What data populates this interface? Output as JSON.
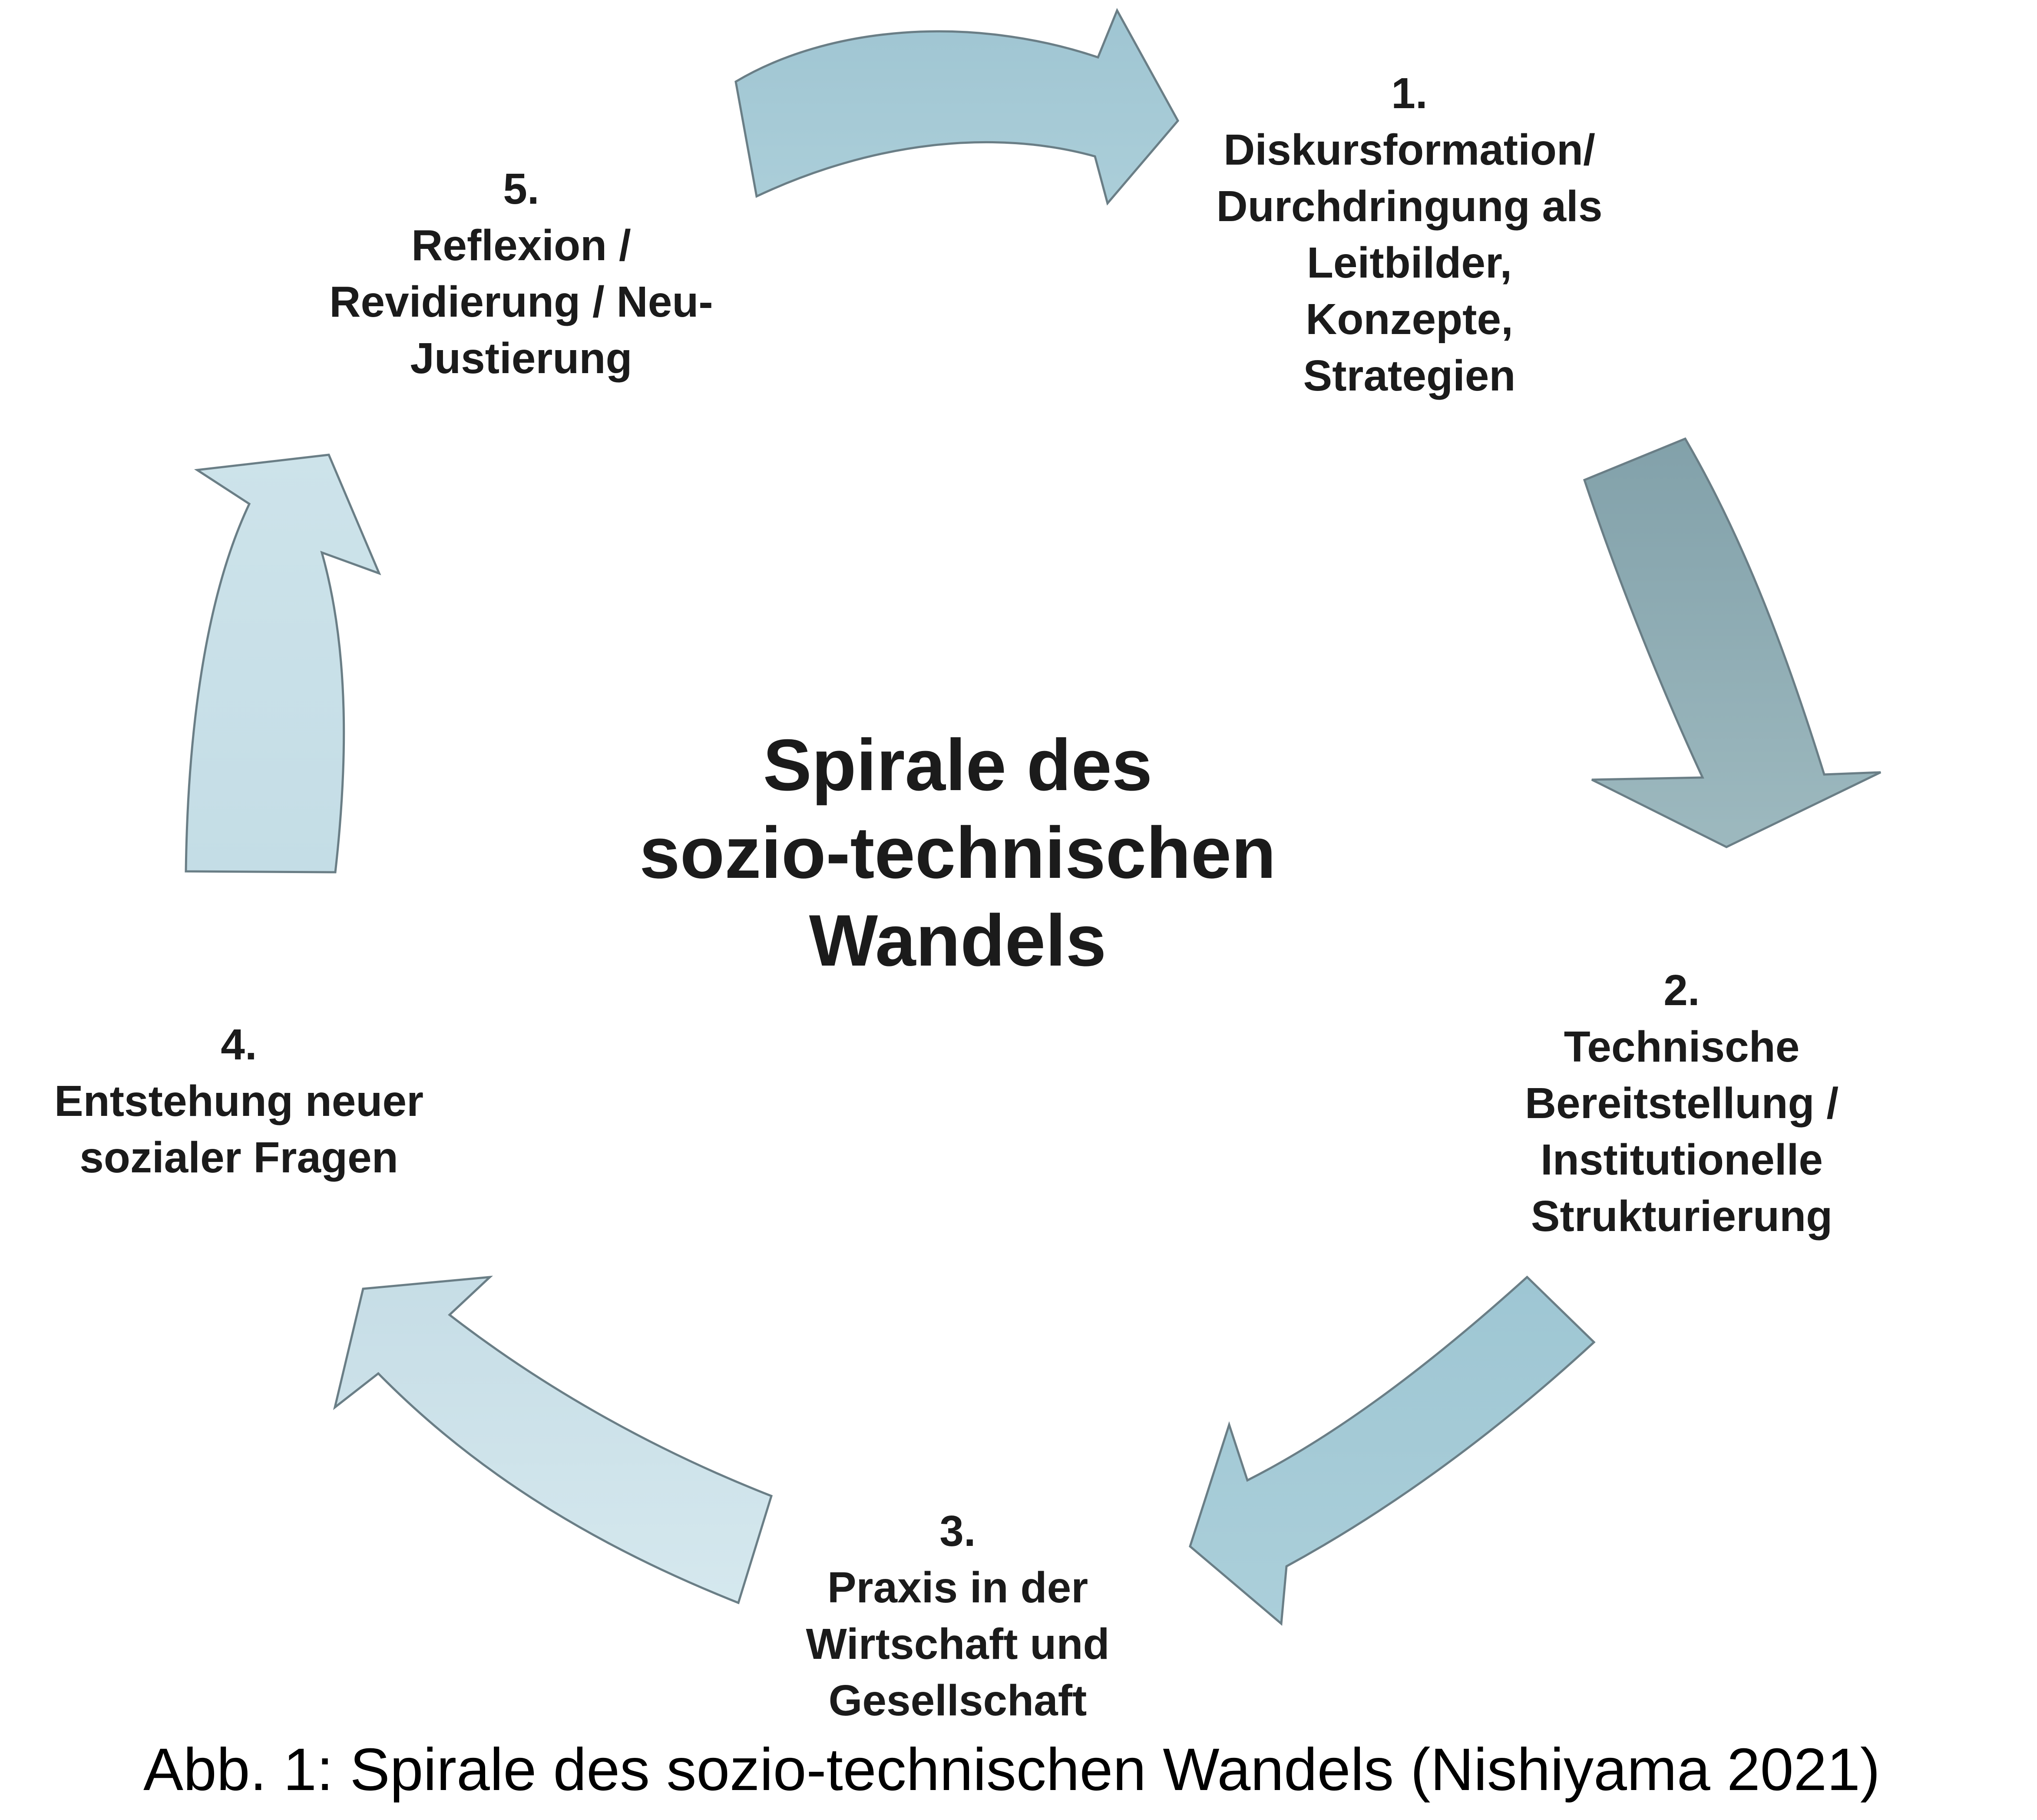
{
  "title": {
    "lines": [
      "Spirale des",
      "sozio-technischen",
      "Wandels"
    ]
  },
  "caption": "Abb. 1: Spirale des sozio-technischen Wandels (Nishiyama 2021)",
  "stages": [
    {
      "number": "1.",
      "lines": [
        "Diskursformation/",
        "Durchdringung als",
        "Leitbilder,",
        "Konzepte,",
        "Strategien"
      ]
    },
    {
      "number": "2.",
      "lines": [
        "Technische",
        "Bereitstellung /",
        "Institutionelle",
        "Strukturierung"
      ]
    },
    {
      "number": "3.",
      "lines": [
        "Praxis in der",
        "Wirtschaft und",
        "Gesellschaft"
      ]
    },
    {
      "number": "4.",
      "lines": [
        "Entstehung neuer",
        "sozialer Fragen"
      ]
    },
    {
      "number": "5.",
      "lines": [
        "Reflexion /",
        "Revidierung / Neu-",
        "Justierung"
      ]
    }
  ],
  "arrows": [
    {
      "name": "arrow-5-to-1",
      "from_stage": "5",
      "to_stage": "1",
      "fill_from": "#9fc5d2",
      "fill_to": "#abced9",
      "outline": "#6a7e86"
    },
    {
      "name": "arrow-1-to-2",
      "from_stage": "1",
      "to_stage": "2",
      "fill_from": "#82a1aa",
      "fill_to": "#9db9bf",
      "outline": "#6a7e86"
    },
    {
      "name": "arrow-2-to-3",
      "from_stage": "2",
      "to_stage": "3",
      "fill_from": "#9ec6d3",
      "fill_to": "#abcfda",
      "outline": "#6a7e86"
    },
    {
      "name": "arrow-3-to-4",
      "from_stage": "3",
      "to_stage": "4",
      "fill_from": "#c6dde6",
      "fill_to": "#d5e8ee",
      "outline": "#6a7e86"
    },
    {
      "name": "arrow-4-to-5",
      "from_stage": "4",
      "to_stage": "5",
      "fill_from": "#cde3ea",
      "fill_to": "#c4dde6",
      "outline": "#6a7e86"
    }
  ],
  "colors": {
    "background": "#ffffff",
    "text": "#1b1b1b",
    "caption_text": "#000000",
    "arrow_outline": "#6a7e86"
  }
}
